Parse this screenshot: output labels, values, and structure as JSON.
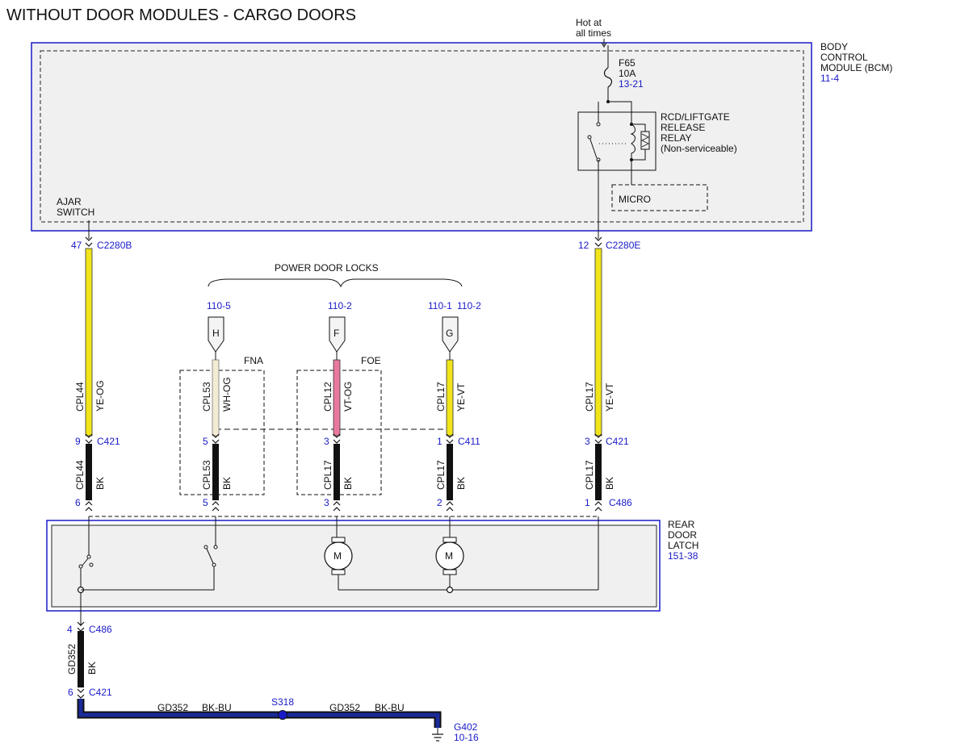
{
  "title": "WITHOUT DOOR MODULES - CARGO DOORS",
  "power_source": {
    "line1": "Hot at",
    "line2": "all times"
  },
  "fuse": {
    "name": "F65",
    "rating": "10A",
    "ref": "13-21"
  },
  "bcm": {
    "line1": "BODY",
    "line2": "CONTROL",
    "line3": "MODULE (BCM)",
    "ref": "11-4"
  },
  "relay": {
    "line1": "RCD/LIFTGATE",
    "line2": "RELEASE",
    "line3": "RELAY",
    "line4": "(Non-serviceable)"
  },
  "micro_label": "MICRO",
  "ajar_switch": {
    "line1": "AJAR",
    "line2": "SWITCH"
  },
  "bcm_pins": [
    {
      "pin": "47",
      "connector": "C2280B"
    },
    {
      "pin": "12",
      "connector": "C2280E"
    }
  ],
  "power_door_locks_label": "POWER DOOR LOCKS",
  "pdl_refs": {
    "h": "110-5",
    "f": "110-2",
    "g1": "110-1",
    "g2": "110-2"
  },
  "pdl_connectors": [
    "H",
    "F",
    "G"
  ],
  "options": {
    "fna": "FNA",
    "foe": "FOE"
  },
  "upper_wires": [
    {
      "circuit": "CPL44",
      "color": "YE-OG"
    },
    {
      "circuit": "CPL53",
      "color": "WH-OG"
    },
    {
      "circuit": "CPL12",
      "color": "VT-OG"
    },
    {
      "circuit": "CPL17",
      "color": "YE-VT"
    },
    {
      "circuit": "CPL17",
      "color": "YE-VT"
    }
  ],
  "c421_upper": [
    {
      "pin": "9",
      "connector": "C421"
    },
    {
      "pin": "5"
    },
    {
      "pin": "3"
    },
    {
      "pin": "1",
      "connector": "C411"
    },
    {
      "pin": "3",
      "connector": "C421"
    }
  ],
  "lower_wires": [
    {
      "circuit": "CPL44",
      "color": "BK"
    },
    {
      "circuit": "CPL53",
      "color": "BK"
    },
    {
      "circuit": "CPL17",
      "color": "BK"
    },
    {
      "circuit": "CPL17",
      "color": "BK"
    },
    {
      "circuit": "CPL17",
      "color": "BK"
    }
  ],
  "c486_pins": [
    {
      "pin": "6"
    },
    {
      "pin": "5"
    },
    {
      "pin": "3"
    },
    {
      "pin": "2"
    },
    {
      "pin": "1",
      "connector": "C486"
    }
  ],
  "motor_label": "M",
  "rear_latch": {
    "line1": "REAR",
    "line2": "DOOR",
    "line3": "LATCH",
    "ref": "151-38"
  },
  "ground_wire": {
    "top_pin": "4",
    "top_connector": "C486",
    "circuit": "GD352",
    "color": "BK",
    "bottom_pin": "6",
    "bottom_connector": "C421"
  },
  "ground_bus": {
    "circuit1": "GD352",
    "color1": "BK-BU",
    "splice": "S318",
    "circuit2": "GD352",
    "color2": "BK-BU"
  },
  "ground": {
    "name": "G402",
    "ref": "10-16"
  },
  "colors": {
    "accent_blue": "#1a1ac8",
    "wire_yellow": "#f0e41a",
    "wire_pink": "#e8799c",
    "wire_white_orange": "#f3ecd4",
    "wire_black": "#111111",
    "module_fill": "#f0f0f0"
  }
}
